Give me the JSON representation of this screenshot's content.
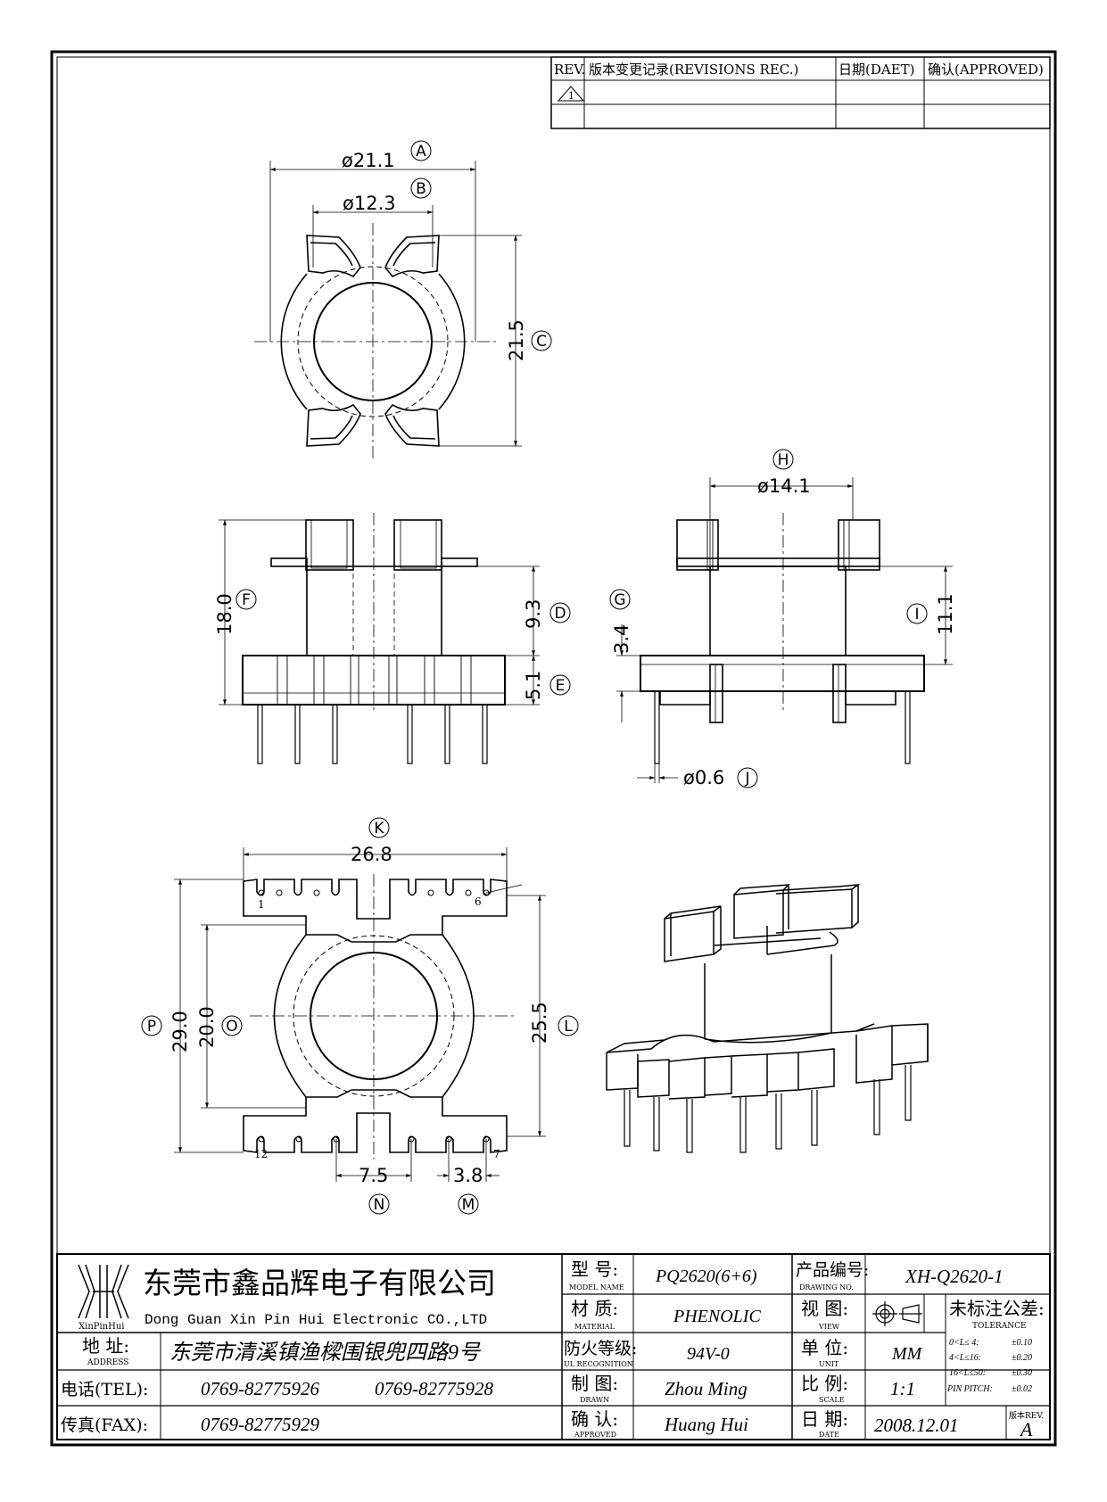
{
  "revision_block": {
    "headers": {
      "rev": "REV.",
      "record": "版本变更记录(REVISIONS REC.)",
      "date": "日期(DAET)",
      "approved": "确认(APPROVED)"
    },
    "row1_symbol": "1"
  },
  "dimensions": {
    "A": {
      "value": "ø21.1",
      "circle": "A"
    },
    "B": {
      "value": "ø12.3",
      "circle": "B"
    },
    "C": {
      "value": "21.5",
      "circle": "C"
    },
    "D": {
      "value": "9.3",
      "circle": "D"
    },
    "E": {
      "value": "5.1",
      "circle": "E"
    },
    "F": {
      "value": "18.0",
      "circle": "F"
    },
    "G": {
      "value": "3.4",
      "circle": "G"
    },
    "H": {
      "value": "ø14.1",
      "circle": "H"
    },
    "I": {
      "value": "11.1",
      "circle": "I"
    },
    "J": {
      "value": "ø0.6",
      "circle": "J"
    },
    "K": {
      "value": "26.8",
      "circle": "K"
    },
    "L": {
      "value": "25.5",
      "circle": "L"
    },
    "M": {
      "value": "3.8",
      "circle": "M"
    },
    "N": {
      "value": "7.5",
      "circle": "N"
    },
    "O": {
      "value": "20.0",
      "circle": "O"
    },
    "P": {
      "value": "29.0",
      "circle": "P"
    }
  },
  "pin_labels": {
    "p1": "1",
    "p6": "6",
    "p12": "12",
    "p7": "7"
  },
  "title_block": {
    "logo_text": "XinPinHui",
    "company_cn": "东莞市鑫品辉电子有限公司",
    "company_en": "Dong Guan Xin Pin Hui Electronic CO.,LTD",
    "address_label_cn": "地  址:",
    "address_label_en": "ADDRESS",
    "address_value": "东莞市清溪镇渔樑围银兜四路9号",
    "tel_label": "电话(TEL):",
    "tel_value1": "0769-82775926",
    "tel_value2": "0769-82775928",
    "fax_label": "传真(FAX):",
    "fax_value": "0769-82775929",
    "model_label_cn": "型  号:",
    "model_label_en": "MODEL NAME",
    "model_value": "PQ2620(6+6)",
    "material_label_cn": "材  质:",
    "material_label_en": "MATERIAL",
    "material_value": "PHENOLIC",
    "ul_label_cn": "防火等级:",
    "ul_label_en": "UL RECOGNITION",
    "ul_value": "94V-0",
    "drawn_label_cn": "制  图:",
    "drawn_label_en": "DRAWN",
    "drawn_value": "Zhou Ming",
    "approved_label_cn": "确  认:",
    "approved_label_en": "APPROVED",
    "approved_value": "Huang Hui",
    "drawing_no_label_cn": "产品编号:",
    "drawing_no_label_en": "DRAWING NO.",
    "drawing_no_value": "XH-Q2620-1",
    "view_label_cn": "视  图:",
    "view_label_en": "VIEW",
    "unit_label_cn": "单  位:",
    "unit_label_en": "UNIT",
    "unit_value": "MM",
    "scale_label_cn": "比  例:",
    "scale_label_en": "SCALE",
    "scale_value": "1:1",
    "date_label_cn": "日  期:",
    "date_label_en": "DATE",
    "date_value": "2008.12.01",
    "tolerance_title_cn": "未标注公差:",
    "tolerance_title_en": "TOLERANCE",
    "tolerance_rows": [
      {
        "range": "0<L≤ 4:",
        "value": "±0.10"
      },
      {
        "range": "4<L≤16:",
        "value": "±0.20"
      },
      {
        "range": "16<L≤50:",
        "value": "±0.30"
      },
      {
        "range": "PIN PITCH:",
        "value": "±0.02"
      }
    ],
    "rev_label": "版本REV.",
    "rev_value": "A"
  }
}
